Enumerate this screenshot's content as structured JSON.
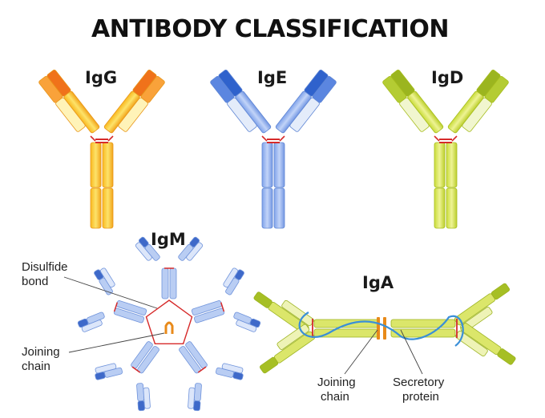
{
  "title": "ANTIBODY CLASSIFICATION",
  "antibodies": {
    "igg": {
      "label": "IgG",
      "colors": {
        "fab_tip": "#f0721a",
        "fab_tip2": "#f9a23a",
        "light": "#fff3b8",
        "body": "#f8c12c",
        "body_dark": "#e8961a"
      }
    },
    "ige": {
      "label": "IgE",
      "colors": {
        "fab_tip": "#2f62cc",
        "fab_tip2": "#5b86e0",
        "light": "#e4ecfa",
        "body": "#97b6ee",
        "body_dark": "#5f86d4"
      }
    },
    "igd": {
      "label": "IgD",
      "colors": {
        "fab_tip": "#9bb51f",
        "fab_tip2": "#b4cc33",
        "light": "#f1f6cf",
        "body": "#dde860",
        "body_dark": "#a7bd1f"
      }
    },
    "igm": {
      "label": "IgM"
    },
    "iga": {
      "label": "IgA"
    }
  },
  "annotations": {
    "disulfide_line1": "Disulfide",
    "disulfide_line2": "bond",
    "igm_joining_line1": "Joining",
    "igm_joining_line2": "chain",
    "iga_joining_line1": "Joining",
    "iga_joining_line2": "chain",
    "secretory_line1": "Secretory",
    "secretory_line2": "protein"
  },
  "colors": {
    "disulfide": "#d62a2a",
    "joining": "#e88a1a",
    "secretory": "#3a8fd8",
    "igm_body": "#b9cdf3",
    "igm_tip": "#3e69c9",
    "iga_body": "#dbe66a",
    "iga_tip": "#a6bf24"
  }
}
